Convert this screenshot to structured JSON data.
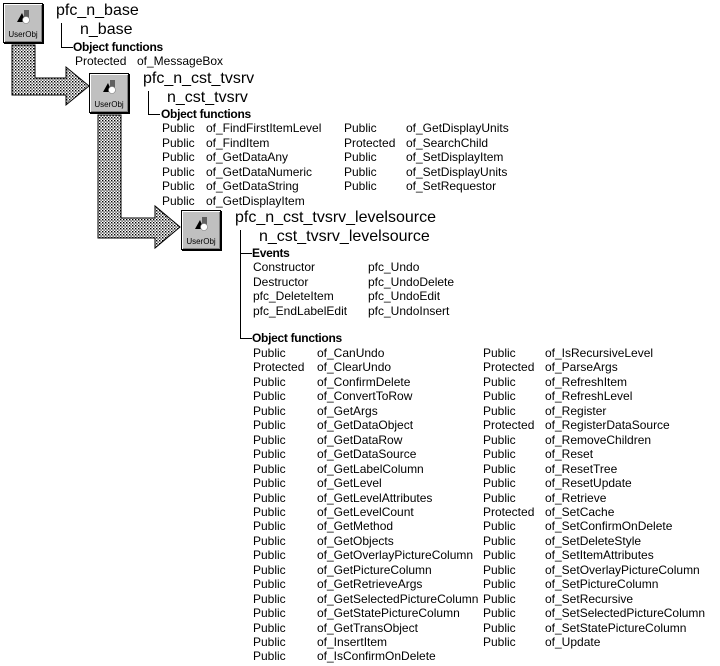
{
  "icon_label": "UserObj",
  "levels": [
    {
      "name": "pfc_n_base",
      "descendant": "n_base",
      "sections": [
        {
          "header": "Object functions",
          "rows": [
            [
              "Protected",
              "of_MessageBox"
            ]
          ]
        }
      ]
    },
    {
      "name": "pfc_n_cst_tvsrv",
      "descendant": "n_cst_tvsrv",
      "sections": [
        {
          "header": "Object functions",
          "rows": [
            [
              "Public",
              "of_FindFirstItemLevel",
              "Public",
              "of_GetDisplayUnits"
            ],
            [
              "Public",
              "of_FindItem",
              "Protected",
              "of_SearchChild"
            ],
            [
              "Public",
              "of_GetDataAny",
              "Public",
              "of_SetDisplayItem"
            ],
            [
              "Public",
              "of_GetDataNumeric",
              "Public",
              "of_SetDisplayUnits"
            ],
            [
              "Public",
              "of_GetDataString",
              "Public",
              "of_SetRequestor"
            ],
            [
              "Public",
              "of_GetDisplayItem",
              "",
              ""
            ]
          ]
        }
      ]
    },
    {
      "name": "pfc_n_cst_tvsrv_levelsource",
      "descendant": "n_cst_tvsrv_levelsource",
      "sections": [
        {
          "header": "Events",
          "rows": [
            [
              "Constructor",
              "pfc_Undo"
            ],
            [
              "Destructor",
              "pfc_UndoDelete"
            ],
            [
              "pfc_DeleteItem",
              "pfc_UndoEdit"
            ],
            [
              "pfc_EndLabelEdit",
              "pfc_UndoInsert"
            ]
          ]
        },
        {
          "header": "Object functions",
          "rows": [
            [
              "Public",
              "of_CanUndo",
              "Public",
              "of_IsRecursiveLevel"
            ],
            [
              "Protected",
              "of_ClearUndo",
              "Protected",
              "of_ParseArgs"
            ],
            [
              "Public",
              "of_ConfirmDelete",
              "Public",
              "of_RefreshItem"
            ],
            [
              "Public",
              "of_ConvertToRow",
              "Public",
              "of_RefreshLevel"
            ],
            [
              "Public",
              "of_GetArgs",
              "Public",
              "of_Register"
            ],
            [
              "Public",
              "of_GetDataObject",
              "Protected",
              "of_RegisterDataSource"
            ],
            [
              "Public",
              "of_GetDataRow",
              "Public",
              "of_RemoveChildren"
            ],
            [
              "Public",
              "of_GetDataSource",
              "Public",
              "of_Reset"
            ],
            [
              "Public",
              "of_GetLabelColumn",
              "Public",
              "of_ResetTree"
            ],
            [
              "Public",
              "of_GetLevel",
              "Public",
              "of_ResetUpdate"
            ],
            [
              "Public",
              "of_GetLevelAttributes",
              "Public",
              "of_Retrieve"
            ],
            [
              "Public",
              "of_GetLevelCount",
              "Protected",
              "of_SetCache"
            ],
            [
              "Public",
              "of_GetMethod",
              "Public",
              "of_SetConfirmOnDelete"
            ],
            [
              "Public",
              "of_GetObjects",
              "Public",
              "of_SetDeleteStyle"
            ],
            [
              "Public",
              "of_GetOverlayPictureColumn",
              "Public",
              "of_SetItemAttributes"
            ],
            [
              "Public",
              "of_GetPictureColumn",
              "Public",
              "of_SetOverlayPictureColumn"
            ],
            [
              "Public",
              "of_GetRetrieveArgs",
              "Public",
              "of_SetPictureColumn"
            ],
            [
              "Public",
              "of_GetSelectedPictureColumn",
              "Public",
              "of_SetRecursive"
            ],
            [
              "Public",
              "of_GetStatePictureColumn",
              "Public",
              "of_SetSelectedPictureColumn"
            ],
            [
              "Public",
              "of_GetTransObject",
              "Public",
              "of_SetStatePictureColumn"
            ],
            [
              "Public",
              "of_InsertItem",
              "Public",
              "of_Update"
            ],
            [
              "Public",
              "of_IsConfirmOnDelete",
              "",
              ""
            ]
          ]
        }
      ]
    }
  ]
}
